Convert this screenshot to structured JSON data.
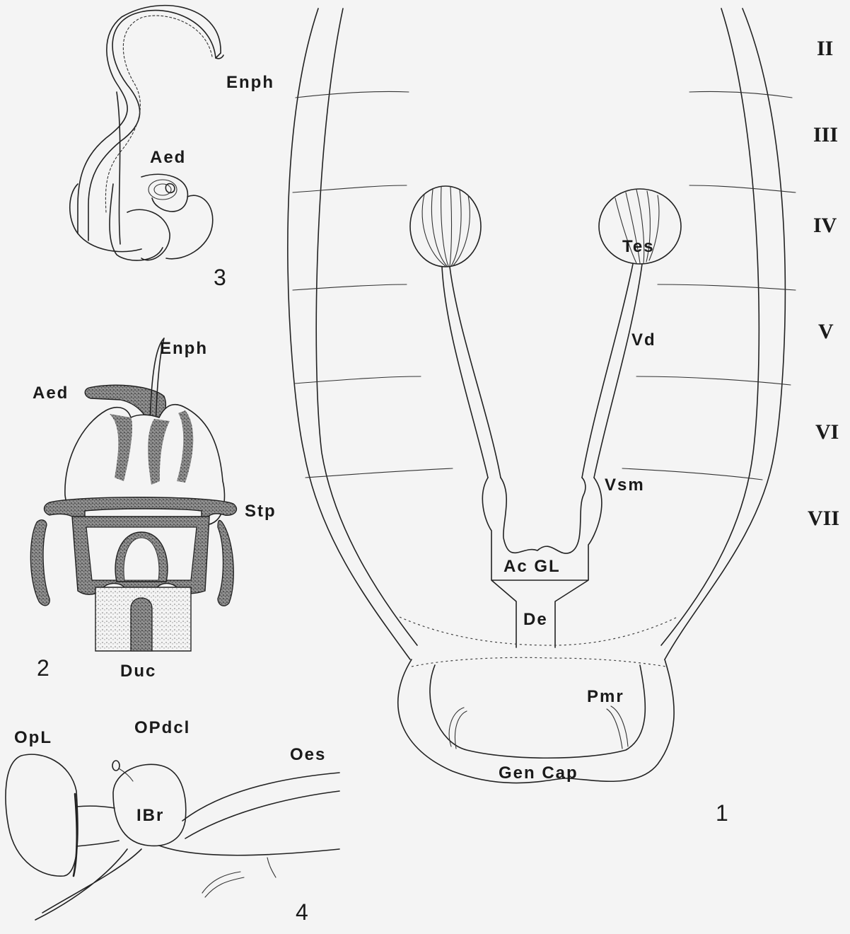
{
  "figure1": {
    "number": "1",
    "labels": {
      "tes": "Tes",
      "vd": "Vd",
      "vsm": "Vsm",
      "acgl": "Ac GL",
      "de": "De",
      "pmr": "Pmr",
      "gencap": "Gen Cap"
    },
    "segments": [
      "II",
      "III",
      "IV",
      "V",
      "VI",
      "VII"
    ]
  },
  "figure2": {
    "number": "2",
    "labels": {
      "enph": "Enph",
      "aed": "Aed",
      "stp": "Stp",
      "duc": "Duc"
    }
  },
  "figure3": {
    "number": "3",
    "labels": {
      "enph": "Enph",
      "aed": "Aed"
    }
  },
  "figure4": {
    "number": "4",
    "labels": {
      "opl": "OpL",
      "opdcl": "OPdcl",
      "oes": "Oes",
      "ibr": "IBr"
    }
  },
  "colors": {
    "ink": "#222222",
    "paper": "#f4f4f4",
    "stipple": "#555555"
  }
}
